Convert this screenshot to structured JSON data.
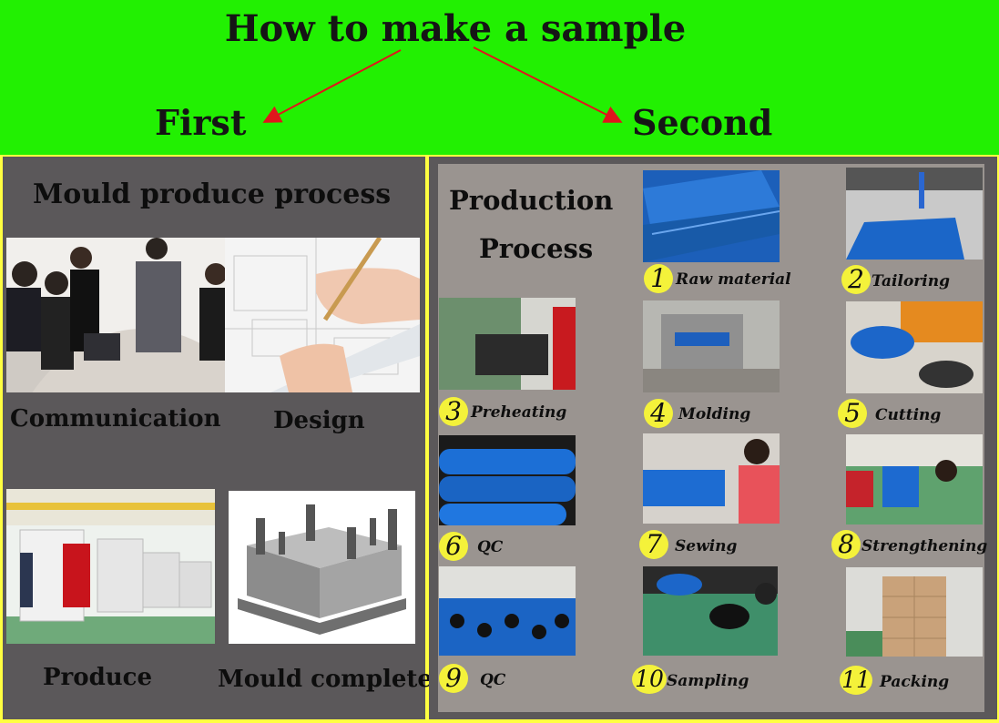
{
  "header": {
    "title": "How to make a sample",
    "first": "First",
    "second": "Second"
  },
  "mould": {
    "heading": "Mould produce process",
    "items": [
      "Communication",
      "Design",
      "Produce",
      "Mould complete"
    ]
  },
  "production": {
    "heading_line1": "Production",
    "heading_line2": "Process",
    "steps": [
      {
        "num": "1",
        "label": "Raw material"
      },
      {
        "num": "2",
        "label": "Tailoring"
      },
      {
        "num": "3",
        "label": "Preheating"
      },
      {
        "num": "4",
        "label": "Molding"
      },
      {
        "num": "5",
        "label": "Cutting"
      },
      {
        "num": "6",
        "label": "QC"
      },
      {
        "num": "7",
        "label": "Sewing"
      },
      {
        "num": "8",
        "label": "Strengthening"
      },
      {
        "num": "9",
        "label": "QC"
      },
      {
        "num": "10",
        "label": "Sampling"
      },
      {
        "num": "11",
        "label": "Packing"
      }
    ]
  },
  "colors": {
    "header_bg": "#22f002",
    "panel_bg": "#5b585a",
    "inner_bg": "#9a9490",
    "arrow": "#e0161c",
    "badge": "#f4f23a",
    "product_blue": "#1d6fd6"
  }
}
